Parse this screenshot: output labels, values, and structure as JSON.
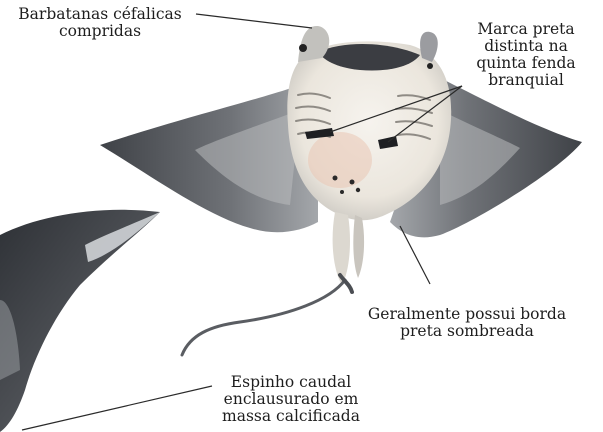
{
  "labels": {
    "cephalic_fins": [
      "Barbatanas céfalicas",
      "compridas"
    ],
    "gill_mark": [
      "Marca preta",
      "distinta na",
      "quinta fenda",
      "branquial"
    ],
    "shaded_edge": [
      "Geralmente possui borda",
      "preta sombreada"
    ],
    "tail_spine": [
      "Espinho caudal",
      "enclausurado em",
      "massa calcificada"
    ]
  },
  "colors": {
    "wing_outer": "#4a4d52",
    "wing_mid": "#8e9196",
    "body_belly": "#eeeae2",
    "belly_blush": "#e9c7b4",
    "mark": "#1e1f22",
    "line": "#2a2a2a"
  }
}
